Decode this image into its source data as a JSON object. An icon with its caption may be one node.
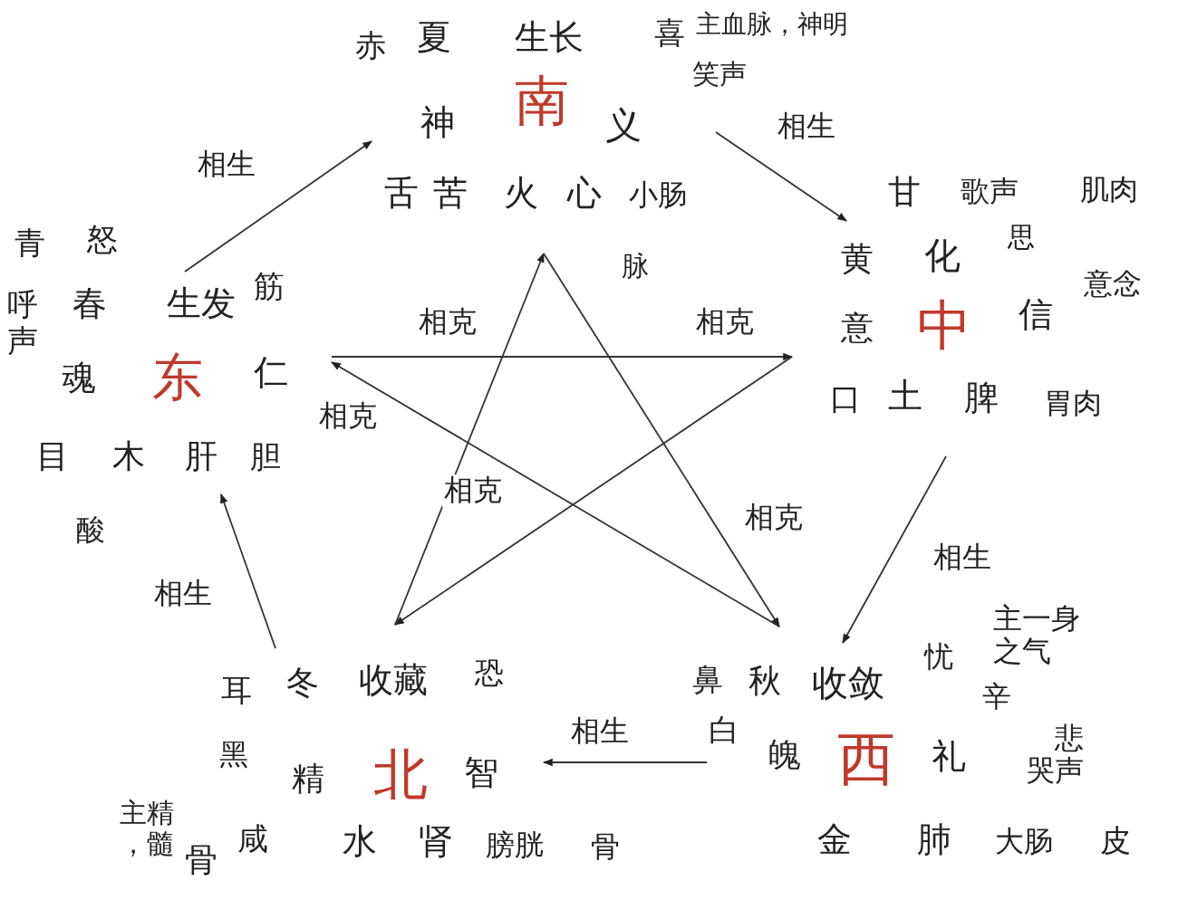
{
  "diagram": {
    "nodes": [
      {
        "text": [
          "东",
          "青",
          "怒",
          "呼声",
          "春",
          "生发",
          "筋",
          "魂",
          "仁",
          "目",
          "木",
          "肝",
          "胆",
          "酸"
        ]
      },
      {
        "text": [
          "南",
          "赤",
          "夏",
          "生长",
          "喜",
          "主血脉，神明",
          "笑声",
          "神",
          "义",
          "舌",
          "苦",
          "火",
          "心",
          "小肠",
          "脉"
        ]
      },
      {
        "text": [
          "中",
          "甘",
          "歌声",
          "肌肉",
          "思",
          "黄",
          "化",
          "意念",
          "意",
          "信",
          "口",
          "土",
          "脾",
          "胃肉"
        ]
      },
      {
        "text": [
          "西",
          "鼻",
          "秋",
          "收敛",
          "忧",
          "主一身之气",
          "辛",
          "白",
          "魄",
          "礼",
          "悲哭声",
          "金",
          "肺",
          "大肠",
          "皮"
        ]
      },
      {
        "text": [
          "北",
          "耳",
          "冬",
          "收藏",
          "恐",
          "黑",
          "精",
          "智",
          "主精，髓",
          "骨",
          "咸",
          "水",
          "肾",
          "膀胱",
          "骨"
        ]
      }
    ],
    "edges": [
      {
        "from": 0,
        "to": 1,
        "arrow": "to",
        "label": "相生"
      },
      {
        "from": 1,
        "to": 2,
        "arrow": "to",
        "label": "相生"
      },
      {
        "from": 2,
        "to": 3,
        "arrow": "to",
        "label": "相生"
      },
      {
        "from": 3,
        "to": 4,
        "arrow": "to",
        "label": "相生"
      },
      {
        "from": 4,
        "to": 0,
        "arrow": "to",
        "label": "相生"
      },
      {
        "from": 0,
        "to": 2,
        "arrow": "to",
        "label": "相克"
      },
      {
        "from": 2,
        "to": 4,
        "arrow": "to",
        "label": "相克"
      },
      {
        "from": 4,
        "to": 1,
        "arrow": "to",
        "label": "相克"
      },
      {
        "from": 1,
        "to": 3,
        "arrow": "to",
        "label": "相克"
      },
      {
        "from": 3,
        "to": 0,
        "arrow": "to",
        "label": "相克"
      }
    ]
  }
}
